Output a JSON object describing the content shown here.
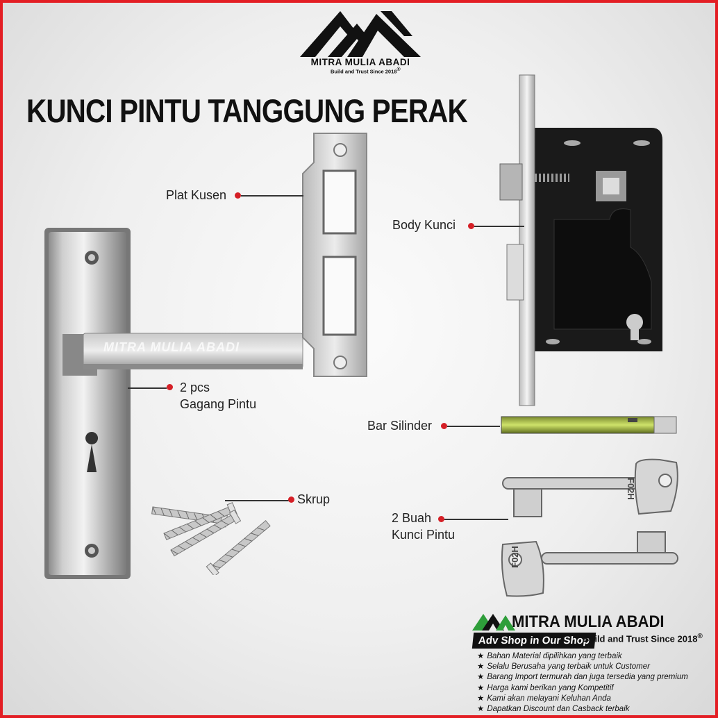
{
  "logo": {
    "name": "MITRA MULIA ABADI",
    "tagline": "Build and Trust Since 2018",
    "registered_mark": "®"
  },
  "title": "KUNCI PINTU TANGGUNG PERAK",
  "handle_engraving": "MITRA MULIA ABADI",
  "parts": {
    "plat_kusen": "Plat Kusen",
    "body_kunci": "Body Kunci",
    "gagang_line1": "2 pcs",
    "gagang_line2": "Gagang Pintu",
    "bar_silinder": "Bar Silinder",
    "skrup": "Skrup",
    "kunci_line1": "2 Buah",
    "kunci_line2": "Kunci Pintu"
  },
  "key_engraving": "F02H",
  "brand_block": {
    "name": "MITRA MULIA ABADI",
    "badge": "Adv Shop in Our Shop",
    "tagline": "Build and Trust Since 2018",
    "registered_mark": "®",
    "features": [
      "Bahan Material dipilihkan yang terbaik",
      "Selalu Berusaha yang terbaik untuk Customer",
      "Barang Import termurah dan juga tersedia yang premium",
      "Harga kami berikan yang Kompetitif",
      "Kami akan melayani Keluhan Anda",
      "Dapatkan Discount dan Casback terbaik"
    ]
  },
  "colors": {
    "border": "#e31e24",
    "dot": "#d51f26",
    "brand_green": "#2e9e3a"
  }
}
